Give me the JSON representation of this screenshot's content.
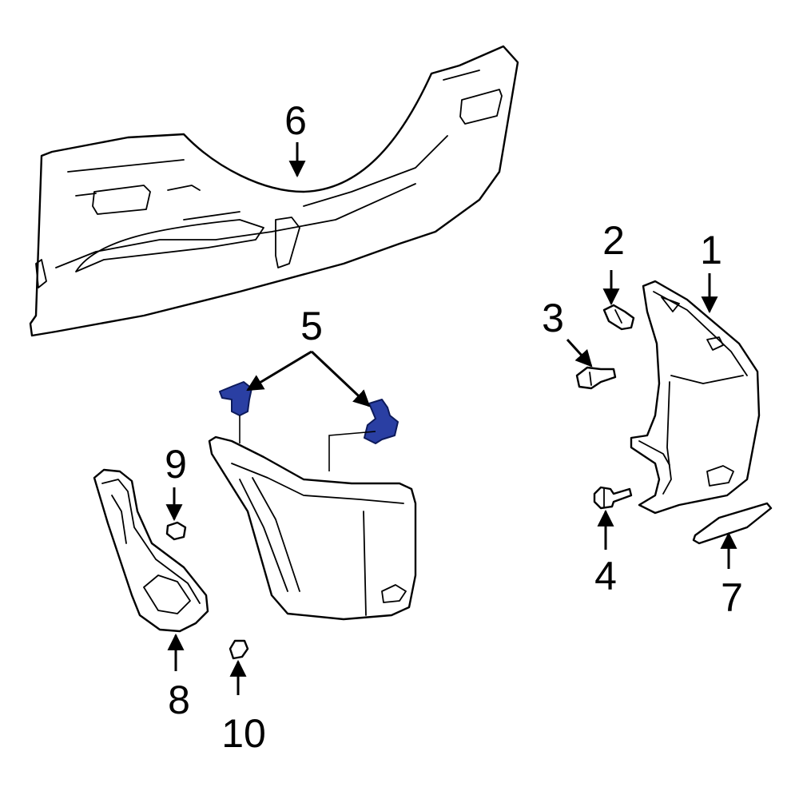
{
  "diagram": {
    "highlight_color": "#2a3fa3",
    "outline_color": "#000000",
    "background_color": "#ffffff",
    "callouts": {
      "c1": "1",
      "c2": "2",
      "c3": "3",
      "c4": "4",
      "c5": "5",
      "c6": "6",
      "c7": "7",
      "c8": "8",
      "c9": "9",
      "c10": "10"
    }
  }
}
